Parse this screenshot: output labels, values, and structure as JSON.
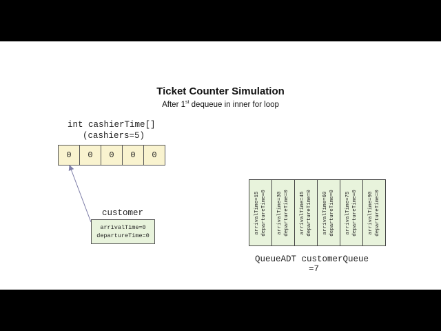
{
  "slide": {
    "title": "Ticket Counter Simulation",
    "subtitle_before": "After 1",
    "subtitle_sup": "st",
    "subtitle_after": " dequeue in inner for loop"
  },
  "cashier_array": {
    "label_line1": "int cashierTime[]",
    "label_line2": "(cashiers=5)",
    "values": [
      "0",
      "0",
      "0",
      "0",
      "0"
    ]
  },
  "customer": {
    "label": "customer",
    "line1": "arrivalTime=0",
    "line2": "departureTime=0"
  },
  "queue": {
    "items": [
      {
        "arrival": "arrivalTime=15",
        "departure": "departureTime=0"
      },
      {
        "arrival": "arrivalTime=30",
        "departure": "departureTime=0"
      },
      {
        "arrival": "arrivalTime=45",
        "departure": "departureTime=0"
      },
      {
        "arrival": "arrivalTime=60",
        "departure": "departureTime=0"
      },
      {
        "arrival": "arrivalTime=75",
        "departure": "departureTime=0"
      },
      {
        "arrival": "arrivalTime=90",
        "departure": "departureTime=0"
      }
    ],
    "label_line1": "QueueADT customerQueue",
    "label_line2": "=7"
  },
  "colors": {
    "array_fill": "#f9f3cf",
    "object_fill": "#e8f3dc",
    "arrow": "#7f7fa8"
  }
}
